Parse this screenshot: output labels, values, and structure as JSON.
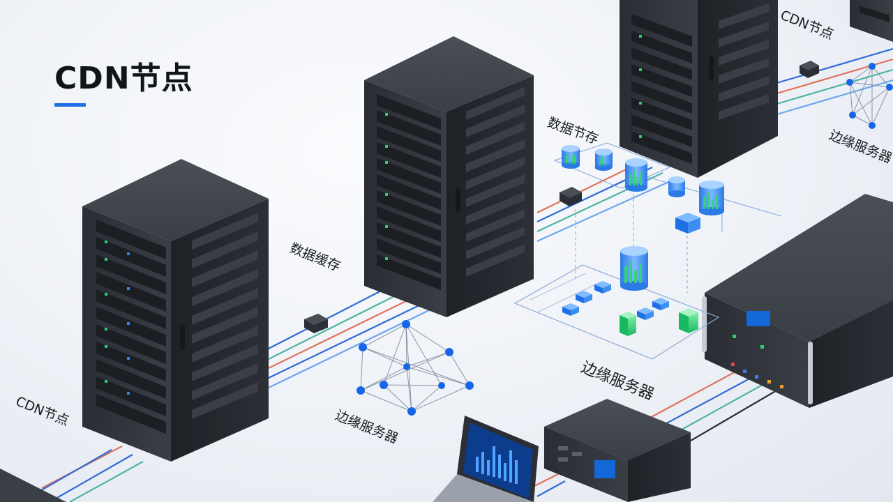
{
  "title": "CDN节点",
  "labels": {
    "data_cache": "数据缓存",
    "data_node_store": "数据节存",
    "edge_server_left": "边缘服务器",
    "edge_server_center": "边缘服务器",
    "edge_server_right": "边缘服务器",
    "cdn_node_left": "CDN节点",
    "cdn_node_top": "CDN节点"
  },
  "colors": {
    "accent": "#1f6fe5",
    "rack": "#2d3036",
    "cable_blue": "#2f6bd8",
    "cable_red": "#e0745c",
    "cable_teal": "#4fb4a0",
    "node_dot": "#1466e6",
    "cylinder": "#3d8ef0",
    "chart_green": "#34d27a"
  }
}
